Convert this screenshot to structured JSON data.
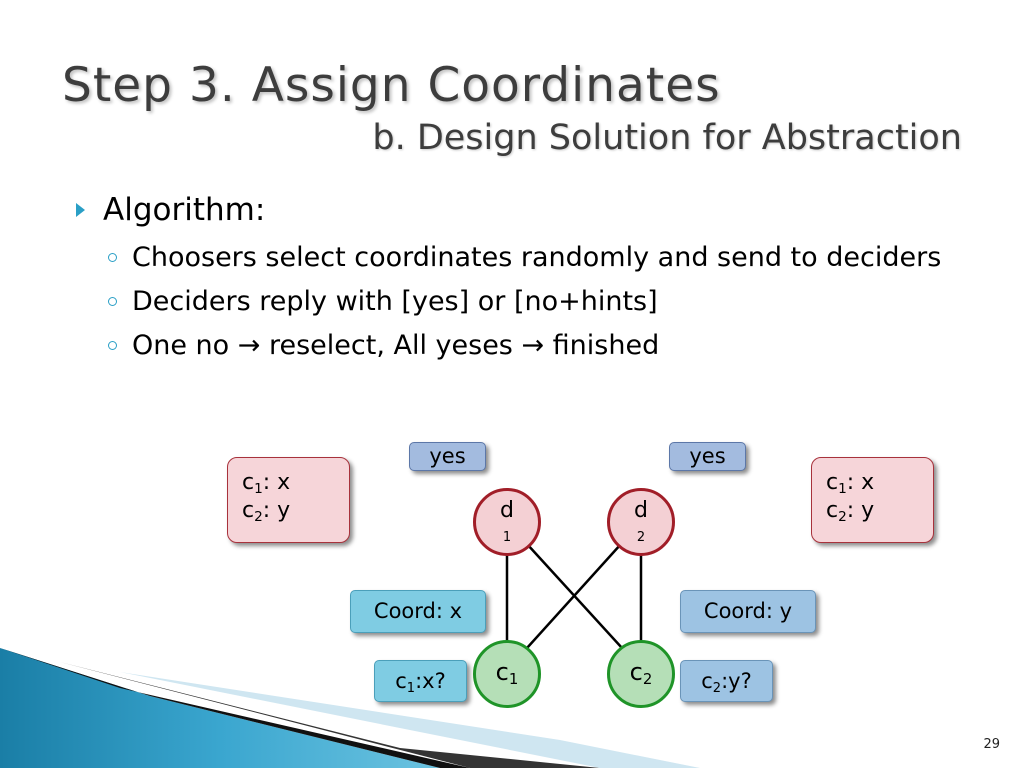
{
  "slide": {
    "title": "Step 3. Assign Coordinates",
    "subtitle": "b. Design Solution for Abstraction",
    "bullet": "Algorithm:",
    "subbullets": [
      "Choosers select coordinates randomly and send to deciders",
      "Deciders reply with [yes] or [no+hints]",
      "One no → reselect, All yeses → finished"
    ],
    "page_number": "29"
  },
  "diagram": {
    "yes_left": "yes",
    "yes_right": "yes",
    "left_box": {
      "line1_main": "c",
      "line1_sub": "1",
      "line1_rest": ": x",
      "line2_main": "c",
      "line2_sub": "2",
      "line2_rest": ": y"
    },
    "right_box": {
      "line1_main": "c",
      "line1_sub": "1",
      "line1_rest": ": x",
      "line2_main": "c",
      "line2_sub": "2",
      "line2_rest": ": y"
    },
    "d1": {
      "main": "d",
      "sub": "1"
    },
    "d2": {
      "main": "d",
      "sub": "2"
    },
    "c1": {
      "main": "c",
      "sub": "1"
    },
    "c2": {
      "main": "c",
      "sub": "2"
    },
    "coord_x": "Coord: x",
    "coord_y": "Coord: y",
    "query1": {
      "main": "c",
      "sub": "1",
      "rest": ":x?"
    },
    "query2": {
      "main": "c",
      "sub": "2",
      "rest": ":y?"
    },
    "colors": {
      "decider_fill": "#f4d0d4",
      "decider_border": "#a11e28",
      "chooser_fill": "#b5dfb7",
      "chooser_border": "#1f9428",
      "yes_fill": "#a3bbdf",
      "accent": "#2a9fc6"
    }
  }
}
